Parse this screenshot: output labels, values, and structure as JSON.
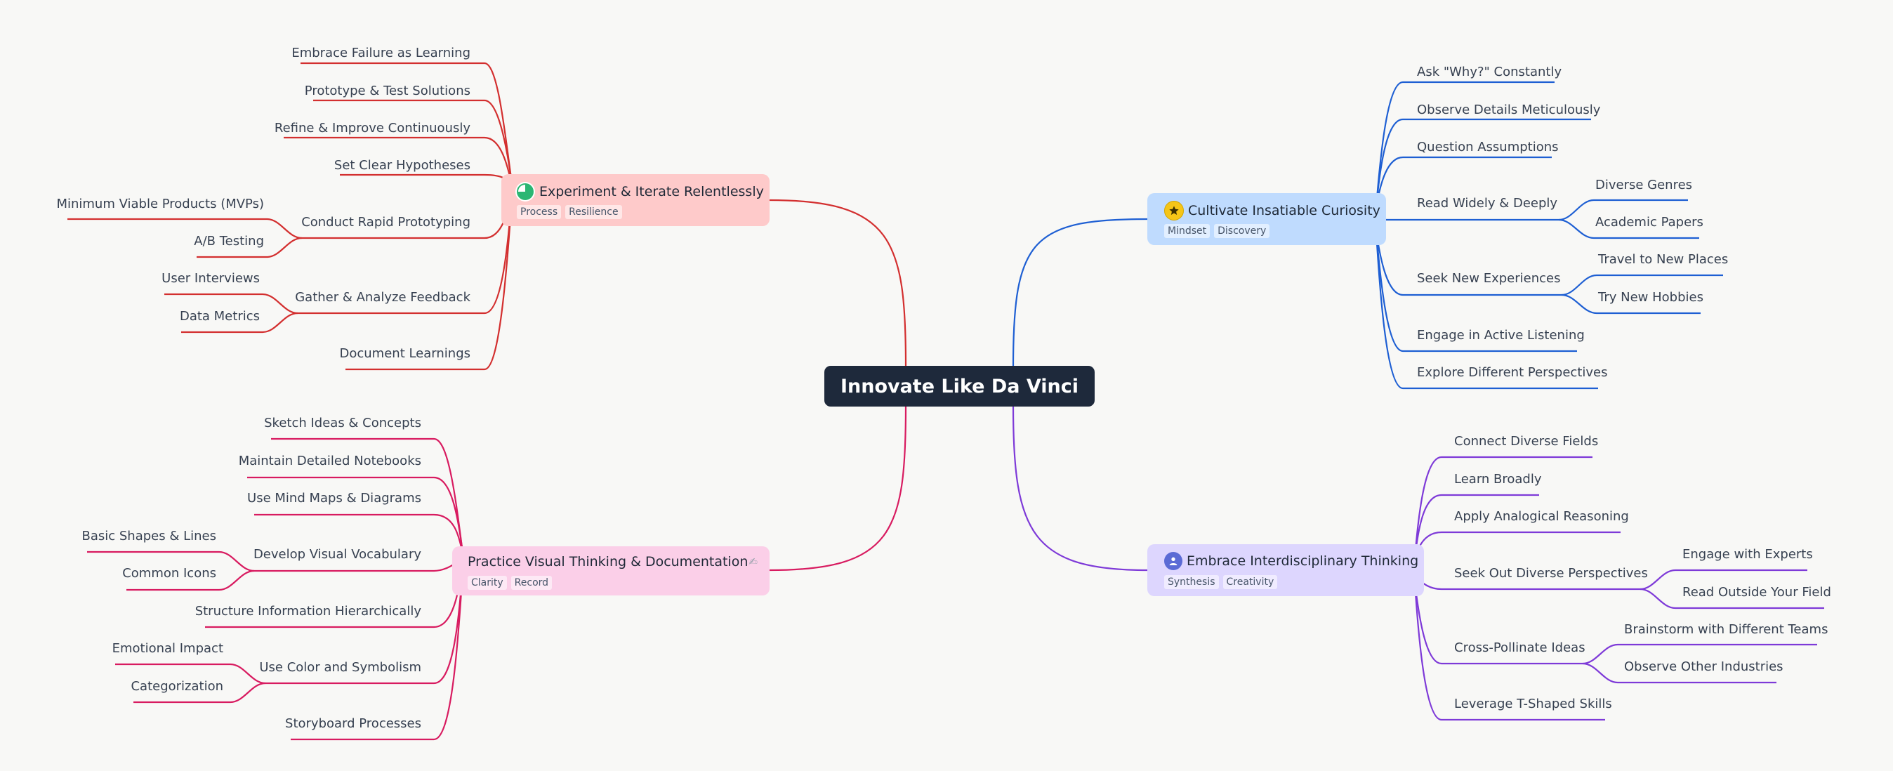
{
  "root": {
    "label": "Innovate Like Da Vinci"
  },
  "colors": {
    "experiment": "#d32f2f",
    "visual": "#d81b60",
    "curiosity": "#1e5fd3",
    "interdisciplinary": "#7e3ad8"
  },
  "branches": {
    "experiment": {
      "title": "Experiment & Iterate Relentlessly",
      "icon": "progress-pie-icon",
      "tags": [
        "Process",
        "Resilience"
      ],
      "children": [
        "Embrace Failure as Learning",
        "Prototype & Test Solutions",
        "Refine & Improve Continuously",
        "Set Clear Hypotheses",
        "Conduct Rapid Prototyping",
        "Gather & Analyze Feedback",
        "Document Learnings"
      ],
      "sub": {
        "prototyping": [
          "Minimum Viable Products (MVPs)",
          "A/B Testing"
        ],
        "feedback": [
          "User Interviews",
          "Data Metrics"
        ]
      }
    },
    "visual": {
      "title": "Practice Visual Thinking & Documentation",
      "icon": "pencil-icon",
      "tags": [
        "Clarity",
        "Record"
      ],
      "children": [
        "Sketch Ideas & Concepts",
        "Maintain Detailed Notebooks",
        "Use Mind Maps & Diagrams",
        "Develop Visual Vocabulary",
        "Structure Information Hierarchically",
        "Use Color and Symbolism",
        "Storyboard Processes"
      ],
      "sub": {
        "vocabulary": [
          "Basic Shapes & Lines",
          "Common Icons"
        ],
        "color": [
          "Emotional Impact",
          "Categorization"
        ]
      }
    },
    "curiosity": {
      "title": "Cultivate Insatiable Curiosity",
      "icon": "star-icon",
      "tags": [
        "Mindset",
        "Discovery"
      ],
      "children": [
        "Ask \"Why?\" Constantly",
        "Observe Details Meticulously",
        "Question Assumptions",
        "Read Widely & Deeply",
        "Seek New Experiences",
        "Engage in Active Listening",
        "Explore Different Perspectives"
      ],
      "sub": {
        "read": [
          "Diverse Genres",
          "Academic Papers"
        ],
        "experiences": [
          "Travel to New Places",
          "Try New Hobbies"
        ]
      }
    },
    "interdisciplinary": {
      "title": "Embrace Interdisciplinary Thinking",
      "icon": "user-icon",
      "tags": [
        "Synthesis",
        "Creativity"
      ],
      "children": [
        "Connect Diverse Fields",
        "Learn Broadly",
        "Apply Analogical Reasoning",
        "Seek Out Diverse Perspectives",
        "Cross-Pollinate Ideas",
        "Leverage T-Shaped Skills"
      ],
      "sub": {
        "perspectives": [
          "Engage with Experts",
          "Read Outside Your Field"
        ],
        "crosspollinate": [
          "Brainstorm with Different Teams",
          "Observe Other Industries"
        ]
      }
    }
  }
}
